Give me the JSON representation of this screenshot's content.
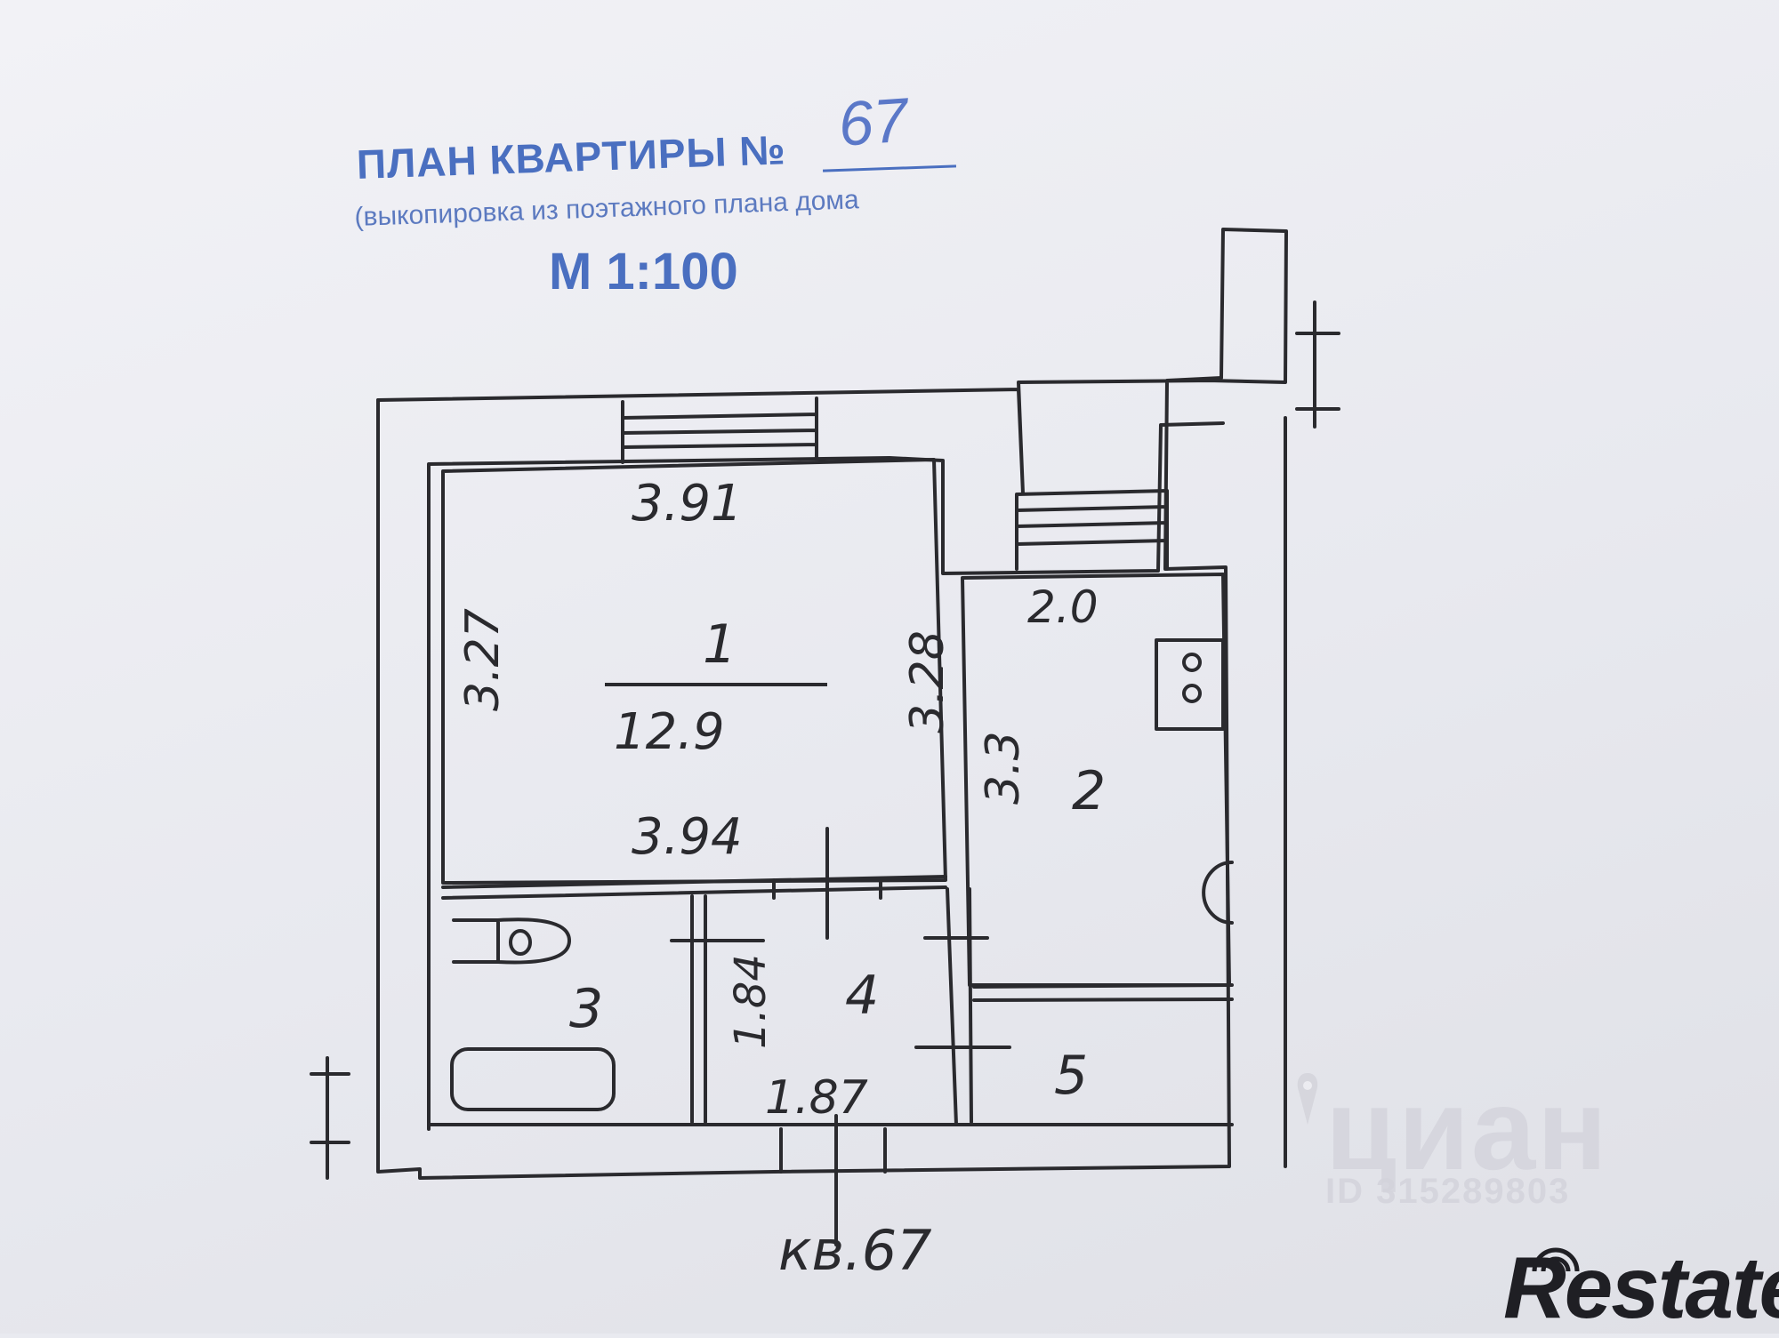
{
  "stamp": {
    "title": "ПЛАН КВАРТИРЫ №",
    "apartment_number": "67",
    "subtitle": "(выкопировка из поэтажного плана дома",
    "scale": "М 1:100"
  },
  "rooms": [
    {
      "number": "1",
      "area": "12.9",
      "top_width": "3.91",
      "bottom_width": "3.94",
      "left_height": "3.27",
      "right_height": "3.28"
    },
    {
      "number": "2",
      "top_width": "2.0",
      "height": "3.3"
    },
    {
      "number": "3"
    },
    {
      "number": "4",
      "height": "1.84",
      "width": "1.87"
    },
    {
      "number": "5"
    }
  ],
  "caption": "кв.67",
  "watermark": {
    "brand": "циан",
    "id": "ID 315289803"
  },
  "logo": "Restate",
  "colors": {
    "stamp": "#4a6fc0",
    "ink": "#2a2a2e",
    "paper": "#ececf1"
  }
}
